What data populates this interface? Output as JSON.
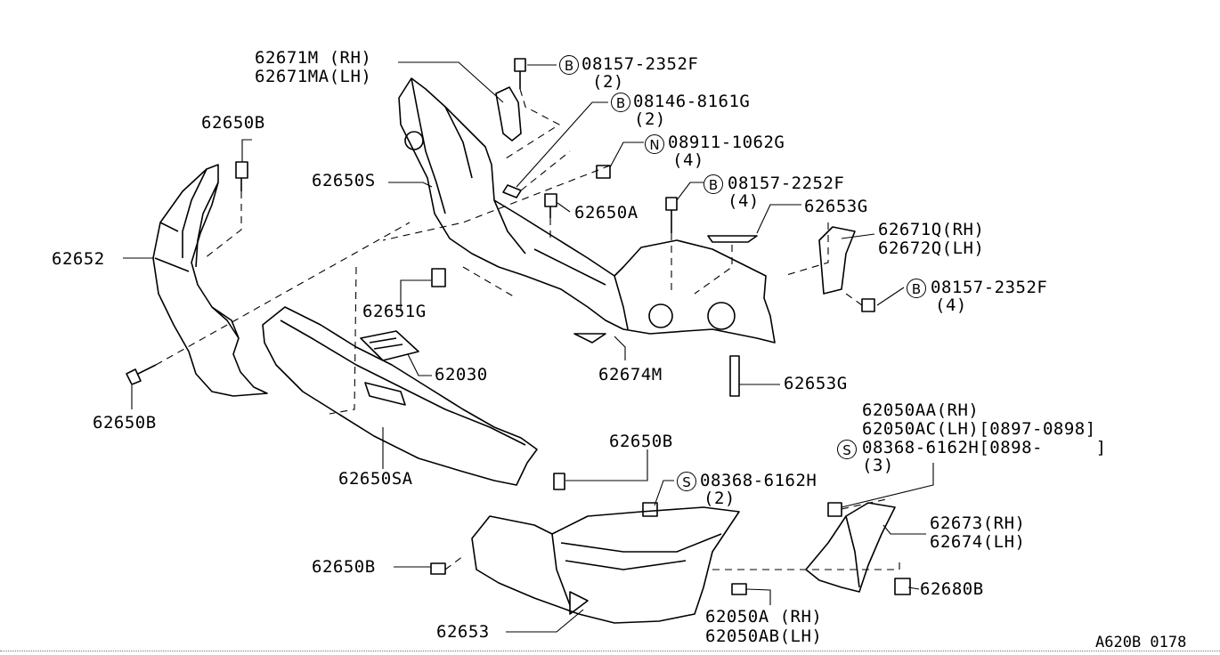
{
  "labels": {
    "p62671m": "62671M (RH)",
    "p62671ma": "62671MA(LH)",
    "p62650b_top": "62650B",
    "p62650s": "62650S",
    "p62652": "62652",
    "p62651g": "62651G",
    "p62650a": "62650A",
    "p62030": "62030",
    "p62674m": "62674M",
    "p62653g_top": "62653G",
    "p62653g_bot": "62653G",
    "p62671q": "62671Q(RH)",
    "p62672q": "62672Q(LH)",
    "p62650b_left": "62650B",
    "p62650sa": "62650SA",
    "p62650b_mid": "62650B",
    "p62650b_low": "62650B",
    "p62653": "62653",
    "p62050a": "62050A (RH)",
    "p62050ab": "62050AB(LH)",
    "p62050aa": "62050AA(RH)",
    "p62050ac": "62050AC(LH)[0897-0898]",
    "p62673": "62673(RH)",
    "p62674": "62674(LH)",
    "p62680b": "62680B"
  },
  "fasteners": {
    "f1": {
      "symbol": "B",
      "code": "08157-2352F",
      "qty": "(2)"
    },
    "f2": {
      "symbol": "B",
      "code": "08146-8161G",
      "qty": "(2)"
    },
    "f3": {
      "symbol": "N",
      "code": "08911-1062G",
      "qty": "(4)"
    },
    "f4": {
      "symbol": "B",
      "code": "08157-2252F",
      "qty": "(4)"
    },
    "f5": {
      "symbol": "B",
      "code": "08157-2352F",
      "qty": "(4)"
    },
    "f6": {
      "symbol": "S",
      "code": "08368-6162H[0898-     ]",
      "qty": "(3)"
    },
    "f7": {
      "symbol": "S",
      "code": "08368-6162H",
      "qty": "(2)"
    }
  },
  "footer": {
    "code": "A620B 0178"
  }
}
